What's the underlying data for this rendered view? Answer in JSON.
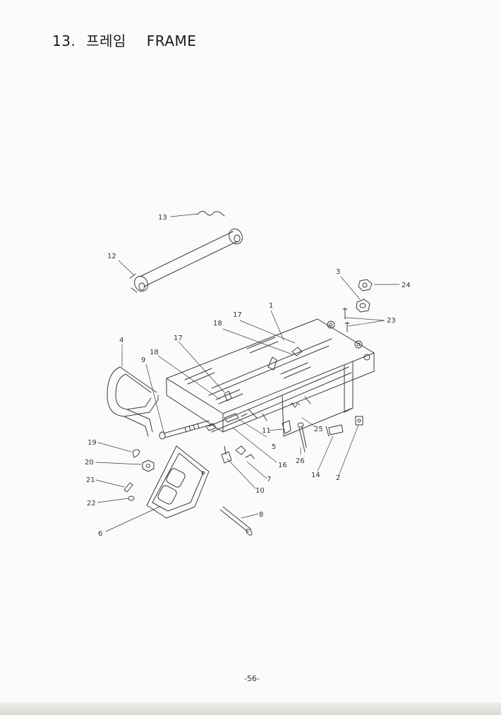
{
  "title": {
    "number": "13.",
    "korean": "프레임",
    "english": "FRAME"
  },
  "page_number": "-56-",
  "callouts": {
    "c1": "1",
    "c2": "2",
    "c3": "3",
    "c4": "4",
    "c5": "5",
    "c6": "6",
    "c7": "7",
    "c8": "8",
    "c9": "9",
    "c10": "10",
    "c11": "11",
    "c12": "12",
    "c13": "13",
    "c14": "14",
    "c16": "16",
    "c17a": "17",
    "c17b": "17",
    "c18a": "18",
    "c18b": "18",
    "c19": "19",
    "c20": "20",
    "c21": "21",
    "c22": "22",
    "c23": "23",
    "c24": "24",
    "c25": "25",
    "c26": "26"
  }
}
